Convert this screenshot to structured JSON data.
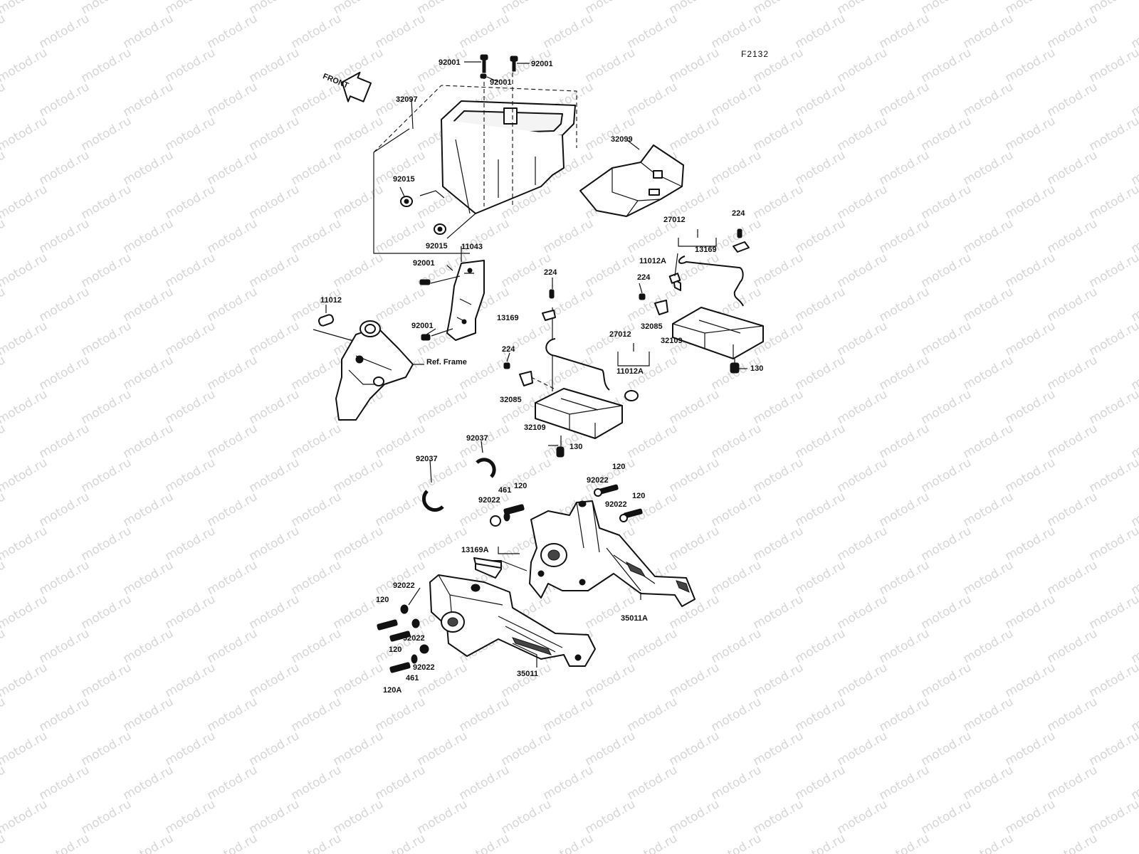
{
  "diagram": {
    "figure_id": "F2132",
    "front_arrow_text": "FRONT",
    "watermark": "motod.ru",
    "labels": [
      {
        "id": "92001-a",
        "text": "92001"
      },
      {
        "id": "92001-b",
        "text": "92001"
      },
      {
        "id": "92001-c",
        "text": "92001"
      },
      {
        "id": "32097",
        "text": "32097"
      },
      {
        "id": "32099",
        "text": "32099"
      },
      {
        "id": "92015-a",
        "text": "92015"
      },
      {
        "id": "92015-b",
        "text": "92015"
      },
      {
        "id": "11043",
        "text": "11043"
      },
      {
        "id": "92001-d",
        "text": "92001"
      },
      {
        "id": "92001-e",
        "text": "92001"
      },
      {
        "id": "11012",
        "text": "11012"
      },
      {
        "id": "ref-frame",
        "text": "Ref. Frame"
      },
      {
        "id": "27012-a",
        "text": "27012"
      },
      {
        "id": "224-a",
        "text": "224"
      },
      {
        "id": "13169-a",
        "text": "13169"
      },
      {
        "id": "11012A-a",
        "text": "11012A"
      },
      {
        "id": "224-b",
        "text": "224"
      },
      {
        "id": "32085-a",
        "text": "32085"
      },
      {
        "id": "32109-a",
        "text": "32109"
      },
      {
        "id": "130-a",
        "text": "130"
      },
      {
        "id": "224-c",
        "text": "224"
      },
      {
        "id": "13169-b",
        "text": "13169"
      },
      {
        "id": "27012-b",
        "text": "27012"
      },
      {
        "id": "224-d",
        "text": "224"
      },
      {
        "id": "11012A-b",
        "text": "11012A"
      },
      {
        "id": "32085-b",
        "text": "32085"
      },
      {
        "id": "32109-b",
        "text": "32109"
      },
      {
        "id": "130-b",
        "text": "130"
      },
      {
        "id": "92037-a",
        "text": "92037"
      },
      {
        "id": "92037-b",
        "text": "92037"
      },
      {
        "id": "120-a",
        "text": "120"
      },
      {
        "id": "92022-a",
        "text": "92022"
      },
      {
        "id": "120-b",
        "text": "120"
      },
      {
        "id": "92022-b",
        "text": "92022"
      },
      {
        "id": "461-a",
        "text": "461"
      },
      {
        "id": "120-c",
        "text": "120"
      },
      {
        "id": "92022-c",
        "text": "92022"
      },
      {
        "id": "13169A",
        "text": "13169A"
      },
      {
        "id": "92022-d",
        "text": "92022"
      },
      {
        "id": "120-d",
        "text": "120"
      },
      {
        "id": "92022-e",
        "text": "92022"
      },
      {
        "id": "120-e",
        "text": "120"
      },
      {
        "id": "92022-f",
        "text": "92022"
      },
      {
        "id": "461-b",
        "text": "461"
      },
      {
        "id": "120A",
        "text": "120A"
      },
      {
        "id": "35011",
        "text": "35011"
      },
      {
        "id": "35011A",
        "text": "35011A"
      }
    ]
  }
}
